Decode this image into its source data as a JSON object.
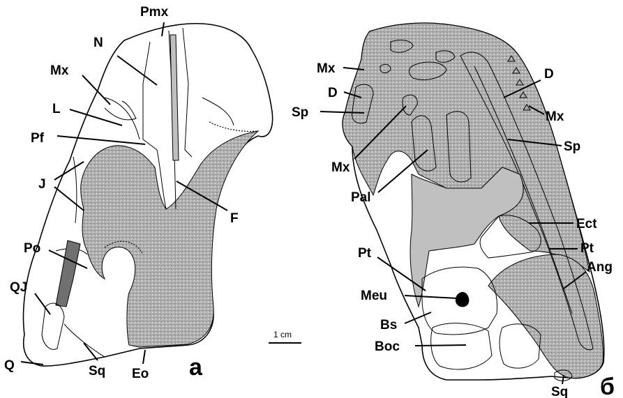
{
  "colors": {
    "matrix": "#b3b3b3",
    "bone": "#ffffff",
    "grey_fill": "#c0c0c0",
    "dark_fill": "#707070",
    "black_fill": "#000000",
    "line": "#000000"
  },
  "scale_bar": {
    "label": "1 cm"
  },
  "panel_a": {
    "letter": "a",
    "labels": {
      "pmx": "Pmx",
      "n": "N",
      "mx": "Mx",
      "l": "L",
      "pf": "Pf",
      "j": "J",
      "po": "Po",
      "qj": "QJ",
      "q": "Q",
      "sq": "Sq",
      "eo": "Eo",
      "f": "F"
    }
  },
  "panel_b": {
    "letter": "б",
    "labels": {
      "mx1": "Mx",
      "d1": "D",
      "sp1": "Sp",
      "mx2": "Mx",
      "pal": "Pal",
      "pt1": "Pt",
      "meu": "Meu",
      "bs": "Bs",
      "boc": "Boc",
      "d2": "D",
      "mx3": "Mx",
      "sp2": "Sp",
      "ect": "Ect",
      "pt2": "Pt",
      "ang": "Ang",
      "sq": "Sq"
    }
  }
}
